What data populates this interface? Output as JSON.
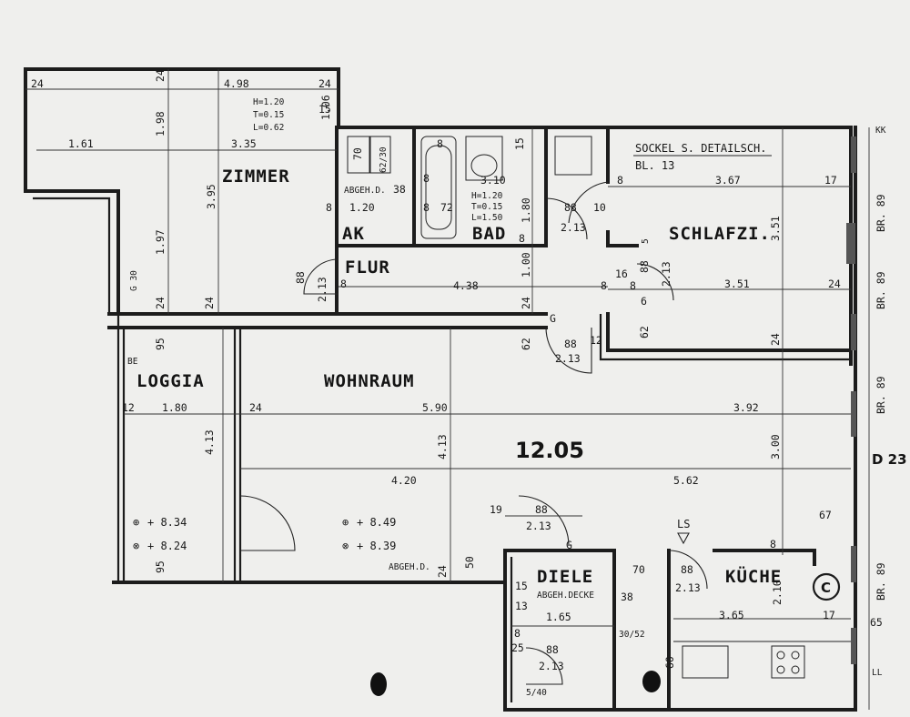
{
  "rooms": {
    "zimmer": "ZIMMER",
    "ak": "AK",
    "bad": "BAD",
    "flur": "FLUR",
    "schlafzi": "SCHLAFZI.",
    "loggia": "LOGGIA",
    "wohnraum": "WOHNRAUM",
    "diele": "DIELE",
    "kueche": "KÜCHE"
  },
  "notes": {
    "sockel": "SOCKEL  S. DETAILSCH.",
    "bl13": "BL. 13",
    "abgeh_d1": "ABGEH.D.",
    "abgeh_d2": "ABGEH.D.",
    "abgeh_decke": "ABGEH.DECKE",
    "ls": "LS",
    "be": "BE",
    "g30": "G 30",
    "c": "C",
    "kk": "KK",
    "ll": "LL",
    "d23": "D 23",
    "main_level": "12.05"
  },
  "window_specs": {
    "zimmer": [
      "H=1.20",
      "T=0.15",
      "L=0.62"
    ],
    "bad": [
      "H=1.20",
      "T=0.15",
      "L=1.50"
    ]
  },
  "levels": [
    {
      "symbol": "⊕",
      "value": "+ 8.34"
    },
    {
      "symbol": "⊗",
      "value": "+ 8.24"
    },
    {
      "symbol": "⊕",
      "value": "+ 8.49"
    },
    {
      "symbol": "⊗",
      "value": "+ 8.39"
    }
  ],
  "dimensions": {
    "z_24a": "24",
    "z_498": "4.98",
    "z_24b": "24",
    "z_24c": "24",
    "z_106": "1.06",
    "z_15": "15",
    "z_198": "1.98",
    "z_161": "1.61",
    "z_335": "3.35",
    "z_395": "3.95",
    "z_197": "1.97",
    "z_24d": "24",
    "z_24e": "24",
    "z_885": "88",
    "z_2135": "2.13",
    "z_8a": "8",
    "ak_70": "70",
    "ak_6230": "62/30",
    "ak_38": "38",
    "ak_120": "1.20",
    "ak_8": "8",
    "bad_8a": "8",
    "bad_8b": "8",
    "bad_8c": "8",
    "bad_72": "72",
    "bad_15": "15",
    "bad_310": "3.10",
    "bad_885": "88",
    "bad_10": "10",
    "bad_2135": "2.13",
    "bad_180": "1.80",
    "bad_8d": "8",
    "fl_4385": "4.38",
    "fl_100": "1.00",
    "fl_8": "8",
    "fl_24": "24",
    "fl_625": "62",
    "fl_885": "88",
    "fl_2135": "2.13",
    "fl_12": "12",
    "fl_g": "G",
    "sz_367": "3.67",
    "sz_175": "17",
    "sz_8a": "8",
    "sz_351a": "3.51",
    "sz_351b": "3.51",
    "sz_16": "16",
    "sz_8b": "8",
    "sz_885": "88",
    "sz_2135": "2.13",
    "sz_6": "6",
    "sz_625": "62",
    "sz_24a": "24",
    "sz_24b": "24",
    "sz_55": "5",
    "lg_95": "95",
    "lg_12": "12",
    "lg_180": "1.80",
    "lg_4135": "4.13",
    "lg_95b": "95",
    "wr_24a": "24",
    "wr_590": "5.90",
    "wr_3925": "3.92",
    "wr_4135": "4.13",
    "wr_3005": "3.00",
    "wr_420": "4.20",
    "wr_5625": "5.62",
    "di_19": "19",
    "di_885": "88",
    "di_2135": "2.13",
    "di_g": "G",
    "di_505": "50",
    "di_24": "24",
    "di_15": "15",
    "di_13": "13",
    "di_165": "1.65",
    "di_8": "8",
    "di_25": "25",
    "di_885b": "88",
    "di_2135b": "2.13",
    "di_540": "5/40",
    "di_70": "70",
    "di_38": "38",
    "di_3052": "30/52",
    "di_60": "60",
    "ku_885": "88",
    "ku_2135": "2.13",
    "ku_8": "8",
    "ku_365": "3.65",
    "ku_210": "2.10",
    "ku_675": "67",
    "ku_175": "17",
    "ku_65": "65",
    "br_1": "BR. 89",
    "br_2": "BR. 89",
    "br_3": "BR. 89",
    "br_4": "BR. 89"
  },
  "sups": {
    "five": "5"
  }
}
